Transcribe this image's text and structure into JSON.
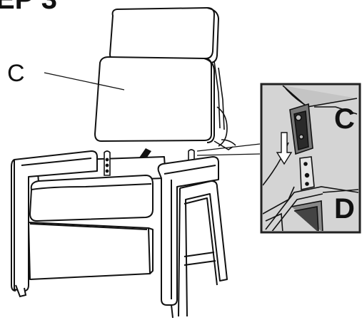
{
  "heading_fragment": "EP 3",
  "labels": {
    "main_part": "C",
    "inset_upper": "C",
    "inset_lower": "D"
  },
  "colors": {
    "ink": "#111111",
    "inset_background": "#d4d4d4",
    "inset_border": "#222222"
  }
}
